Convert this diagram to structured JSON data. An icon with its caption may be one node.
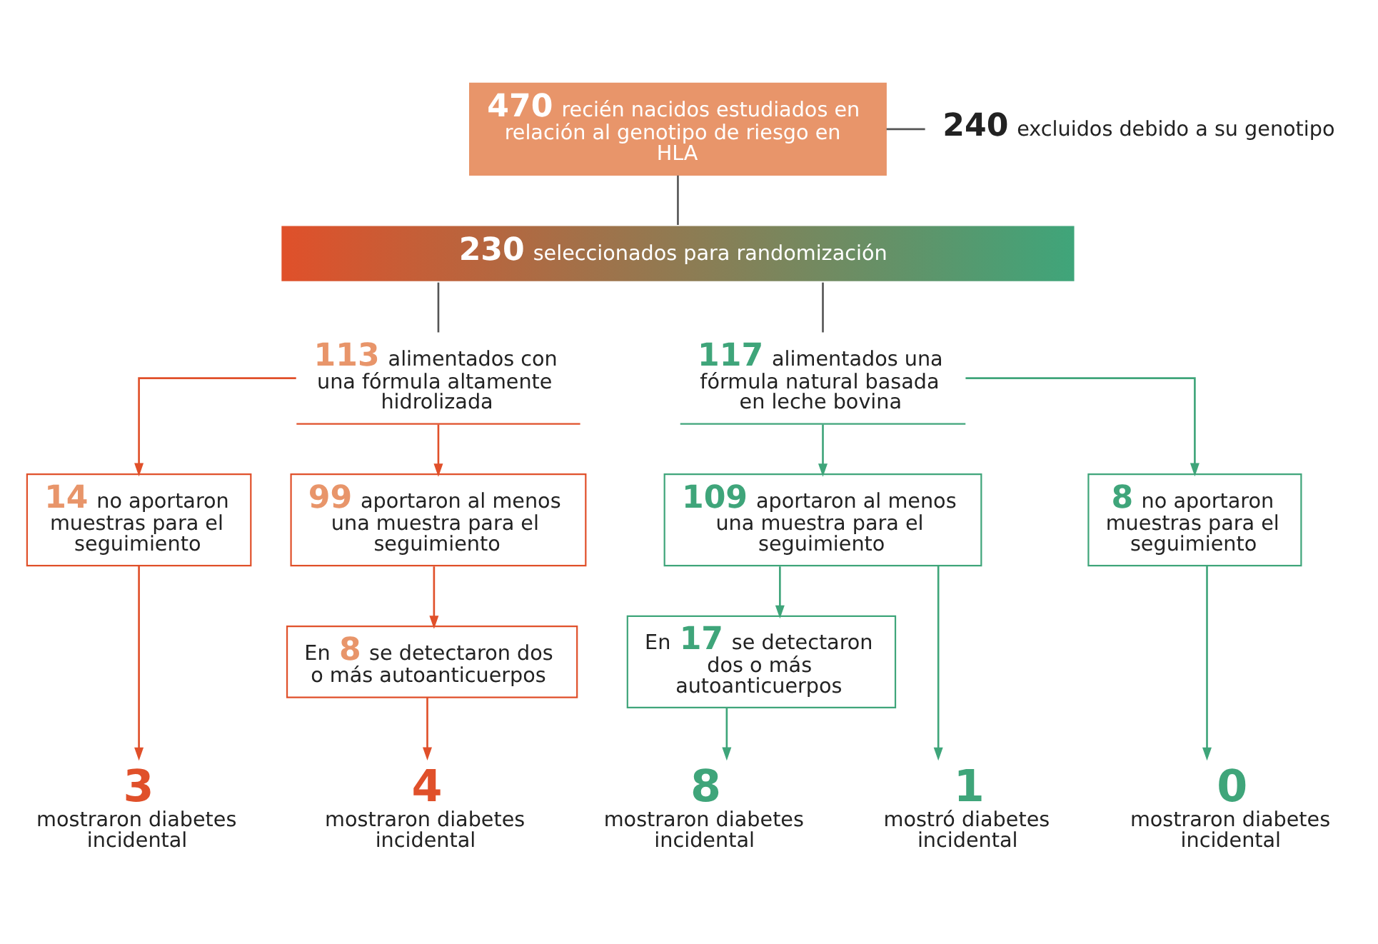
{
  "diagram": {
    "nodes": [
      {
        "text": [
          "**470** recién nacidos estudiados en relación al genotipo de riesgo en HLA"
        ]
      },
      {
        "text": [
          "**240** excluidos debido a su genotipo"
        ]
      },
      {
        "text": [
          "**230** seleccionados para randomización"
        ]
      },
      {
        "text": [
          "**113** alimentados con una fórmula altamente hidrolizada"
        ]
      },
      {
        "text": [
          "**117** alimentados una fórmula natural basada en leche bovina"
        ]
      },
      {
        "text": [
          "**14** no aportaron muestras para el seguimiento"
        ]
      },
      {
        "text": [
          "**99** aportaron al menos una muestra para el seguimiento"
        ]
      },
      {
        "text": [
          "**109** aportaron al menos una muestra para el seguimiento"
        ]
      },
      {
        "text": [
          "**8** no aportaron muestras para el seguimiento"
        ]
      },
      {
        "text": [
          "En **8** se detectaron dos o más autoanticuerpos"
        ]
      },
      {
        "text": [
          "En **17** se detectaron dos o más autoanticuerpos"
        ]
      },
      {
        "text": [
          "3",
          "mostraron diabetes incidental"
        ]
      },
      {
        "text": [
          "4",
          "mostraron diabetes incidental"
        ]
      },
      {
        "text": [
          "1",
          "mostró diabetes incidental"
        ]
      },
      {
        "text": [
          "8",
          "mostraron diabetes incidental"
        ]
      },
      {
        "text": [
          "0",
          "mostraron diabetes incidental"
        ]
      }
    ],
    "edges": [
      {
        "from": 0,
        "to": 1,
        "arrow": "none",
        "color": "#555555"
      },
      {
        "from": 0,
        "to": 2,
        "arrow": "none",
        "color": "#555555"
      },
      {
        "from": 2,
        "to": 3,
        "arrow": "none",
        "color": "#555555"
      },
      {
        "from": 2,
        "to": 4,
        "arrow": "none",
        "color": "#555555"
      },
      {
        "from": 3,
        "to": 5,
        "arrow": "to",
        "color": "#e0502a"
      },
      {
        "from": 3,
        "to": 6,
        "arrow": "to",
        "color": "#e0502a"
      },
      {
        "from": 4,
        "to": 7,
        "arrow": "to",
        "color": "#3fa57a"
      },
      {
        "from": 4,
        "to": 8,
        "arrow": "to",
        "color": "#3fa57a"
      },
      {
        "from": 6,
        "to": 9,
        "arrow": "to",
        "color": "#e0502a"
      },
      {
        "from": 7,
        "to": 10,
        "arrow": "to",
        "color": "#3fa57a"
      },
      {
        "from": 5,
        "to": 11,
        "arrow": "to",
        "color": "#e0502a"
      },
      {
        "from": 9,
        "to": 12,
        "arrow": "to",
        "color": "#e0502a"
      },
      {
        "from": 7,
        "to": 13,
        "arrow": "to",
        "color": "#3fa57a"
      },
      {
        "from": 10,
        "to": 14,
        "arrow": "to",
        "color": "#3fa57a"
      },
      {
        "from": 8,
        "to": 15,
        "arrow": "to",
        "color": "#3fa57a"
      }
    ]
  }
}
